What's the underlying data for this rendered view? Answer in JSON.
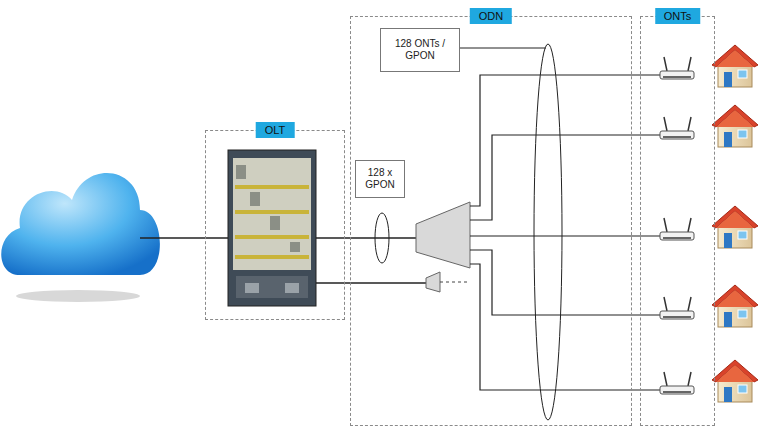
{
  "diagram": {
    "nodes": [
      {
        "text": [
          "OLT"
        ]
      },
      {
        "text": [
          "ODN"
        ]
      },
      {
        "text": [
          "128 ONTs / GPON"
        ],
        "in": 1
      },
      {
        "text": [
          "128 x GPON"
        ],
        "in": 1
      },
      {
        "text": [
          "ONTs"
        ]
      }
    ]
  }
}
